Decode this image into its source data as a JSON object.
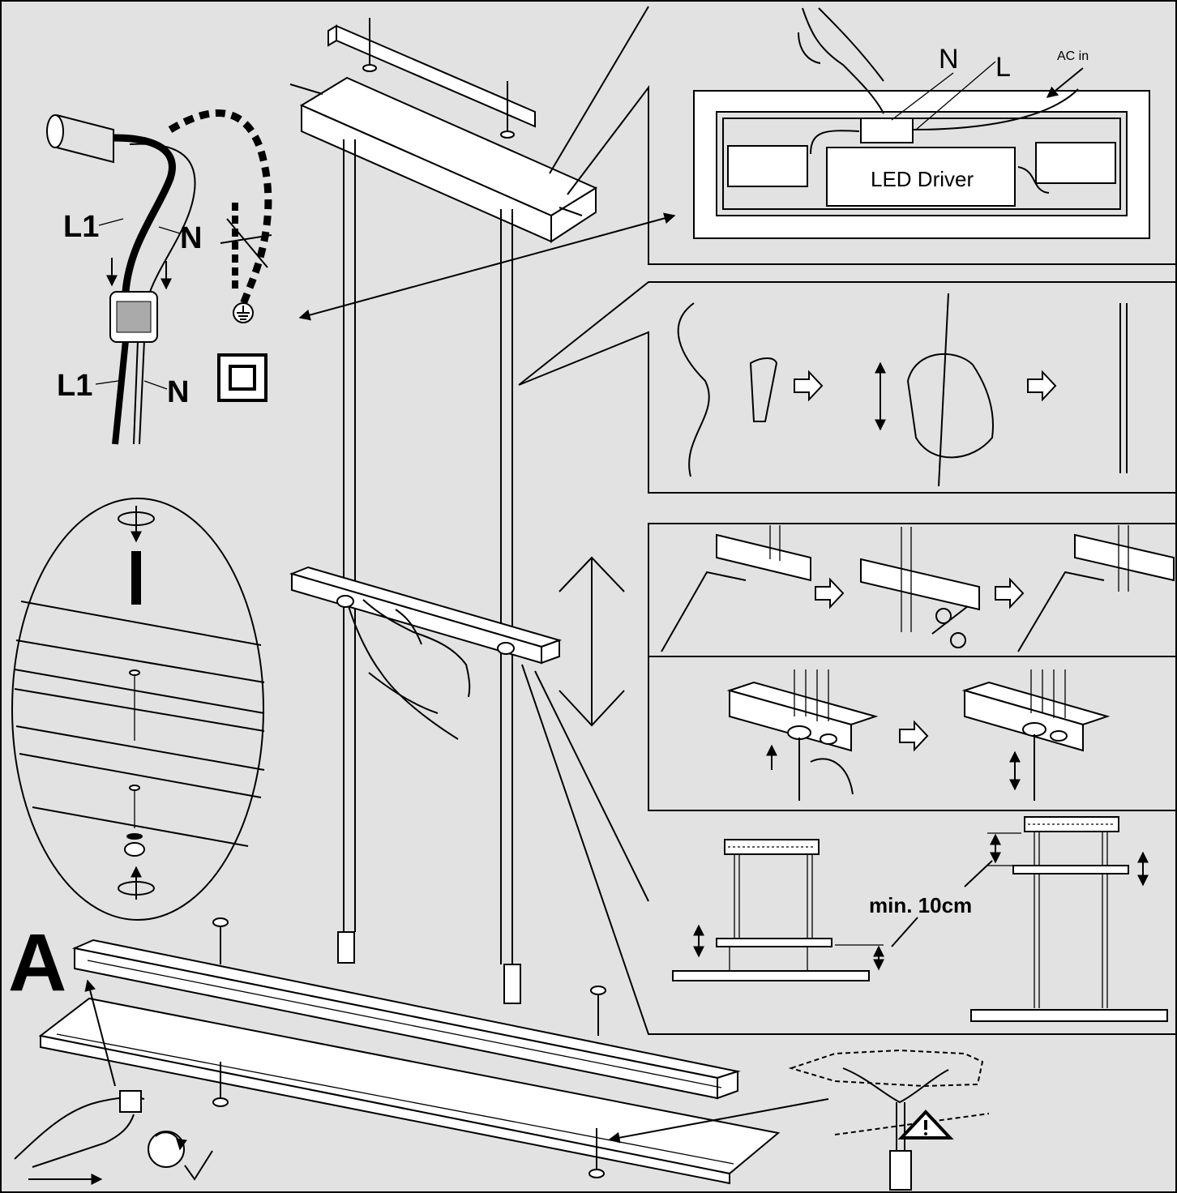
{
  "wiring": {
    "top_l1": "L1",
    "top_n": "N",
    "bottom_l1": "L1",
    "bottom_n": "N",
    "ground_icon": "ground-symbol-icon",
    "class2_icon": "double-insulation-square-icon"
  },
  "driver_panel": {
    "n_label": "N",
    "l_label": "L",
    "ac_label": "AC in",
    "driver_label": "LED Driver"
  },
  "height_panel": {
    "min_label": "min. 10cm"
  },
  "assembly": {
    "step_letter": "A"
  },
  "icons": [
    "arrow-right-icon",
    "scissors-icon",
    "warning-triangle-icon",
    "checkmark-icon",
    "rotate-icon",
    "double-arrow-icon"
  ]
}
